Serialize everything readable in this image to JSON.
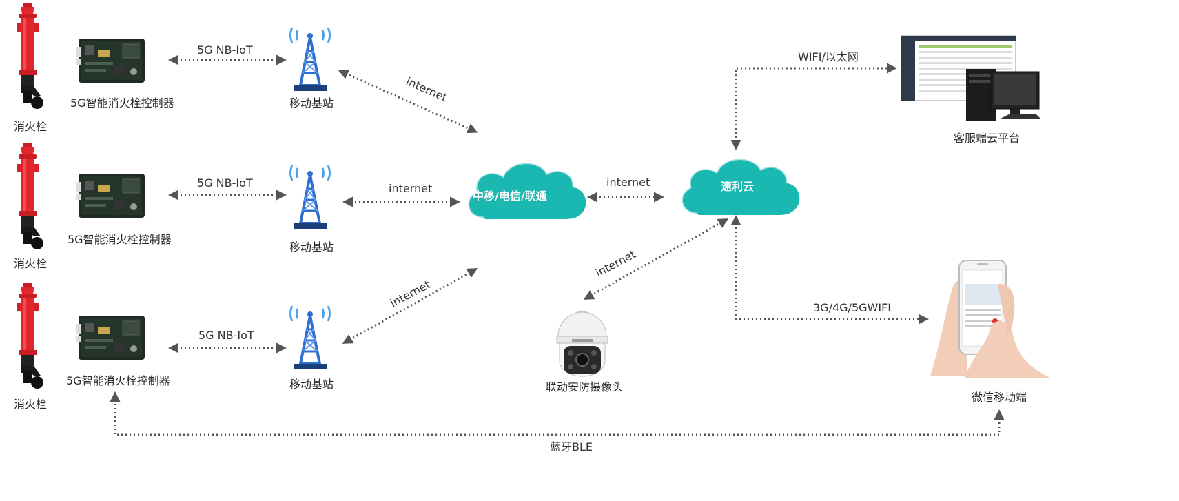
{
  "colors": {
    "cloud": "#1bb7b1",
    "arrow": "#555555",
    "hydrant": "#e3262b",
    "tower": "#2f6fd0",
    "board": "#1f2a22"
  },
  "rows": [
    {
      "hydrant": "消火栓",
      "controller": "5G智能消火栓控制器",
      "link": "5G NB-IoT",
      "station": "移动基站"
    },
    {
      "hydrant": "消火栓",
      "controller": "5G智能消火栓控制器",
      "link": "5G NB-IoT",
      "station": "移动基站"
    },
    {
      "hydrant": "消火栓",
      "controller": "5G智能消火栓控制器",
      "link": "5G NB-IoT",
      "station": "移动基站"
    }
  ],
  "clouds": {
    "carrier": "中移/电信/联通",
    "platform": "速利云"
  },
  "links": {
    "station1_carrier": "internet",
    "station2_carrier": "internet",
    "station3_carrier": "internet",
    "carrier_platform": "internet",
    "camera_platform": "internet",
    "platform_pc": "WIFI/以太网",
    "platform_mobile": "3G/4G/5GWIFI",
    "ble": "蓝牙BLE"
  },
  "devices": {
    "pc": "客服端云平台",
    "camera": "联动安防摄像头",
    "mobile": "微信移动端"
  }
}
